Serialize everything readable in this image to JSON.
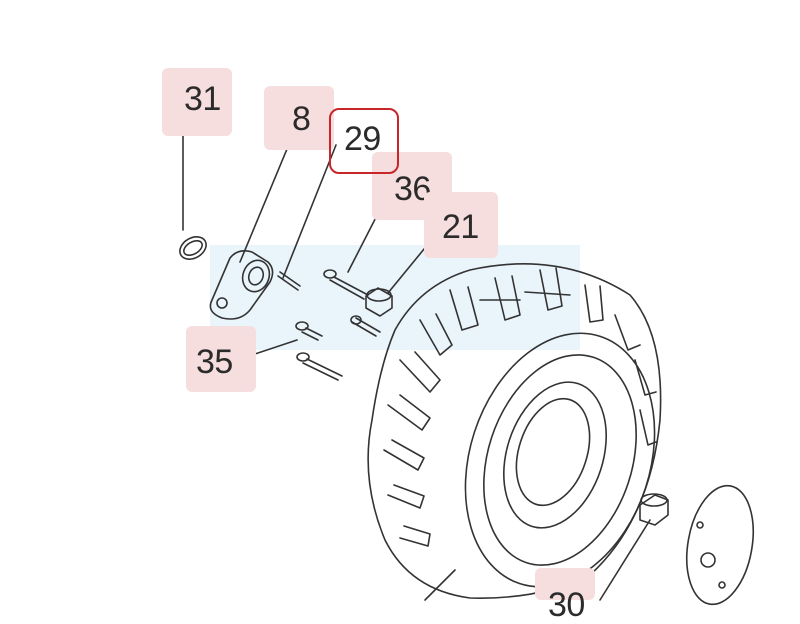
{
  "callouts": [
    {
      "id": "c31",
      "label": "31"
    },
    {
      "id": "c8",
      "label": "8"
    },
    {
      "id": "c29",
      "label": "29"
    },
    {
      "id": "c36",
      "label": "36"
    },
    {
      "id": "c21",
      "label": "21"
    },
    {
      "id": "c35",
      "label": "35"
    },
    {
      "id": "c_partial",
      "label": "30"
    }
  ],
  "highlighted_part": "29",
  "colors": {
    "badge": "#f6dede",
    "highlight": "#c8262a",
    "line": "#333333",
    "watermark": "#eaf4fb"
  }
}
